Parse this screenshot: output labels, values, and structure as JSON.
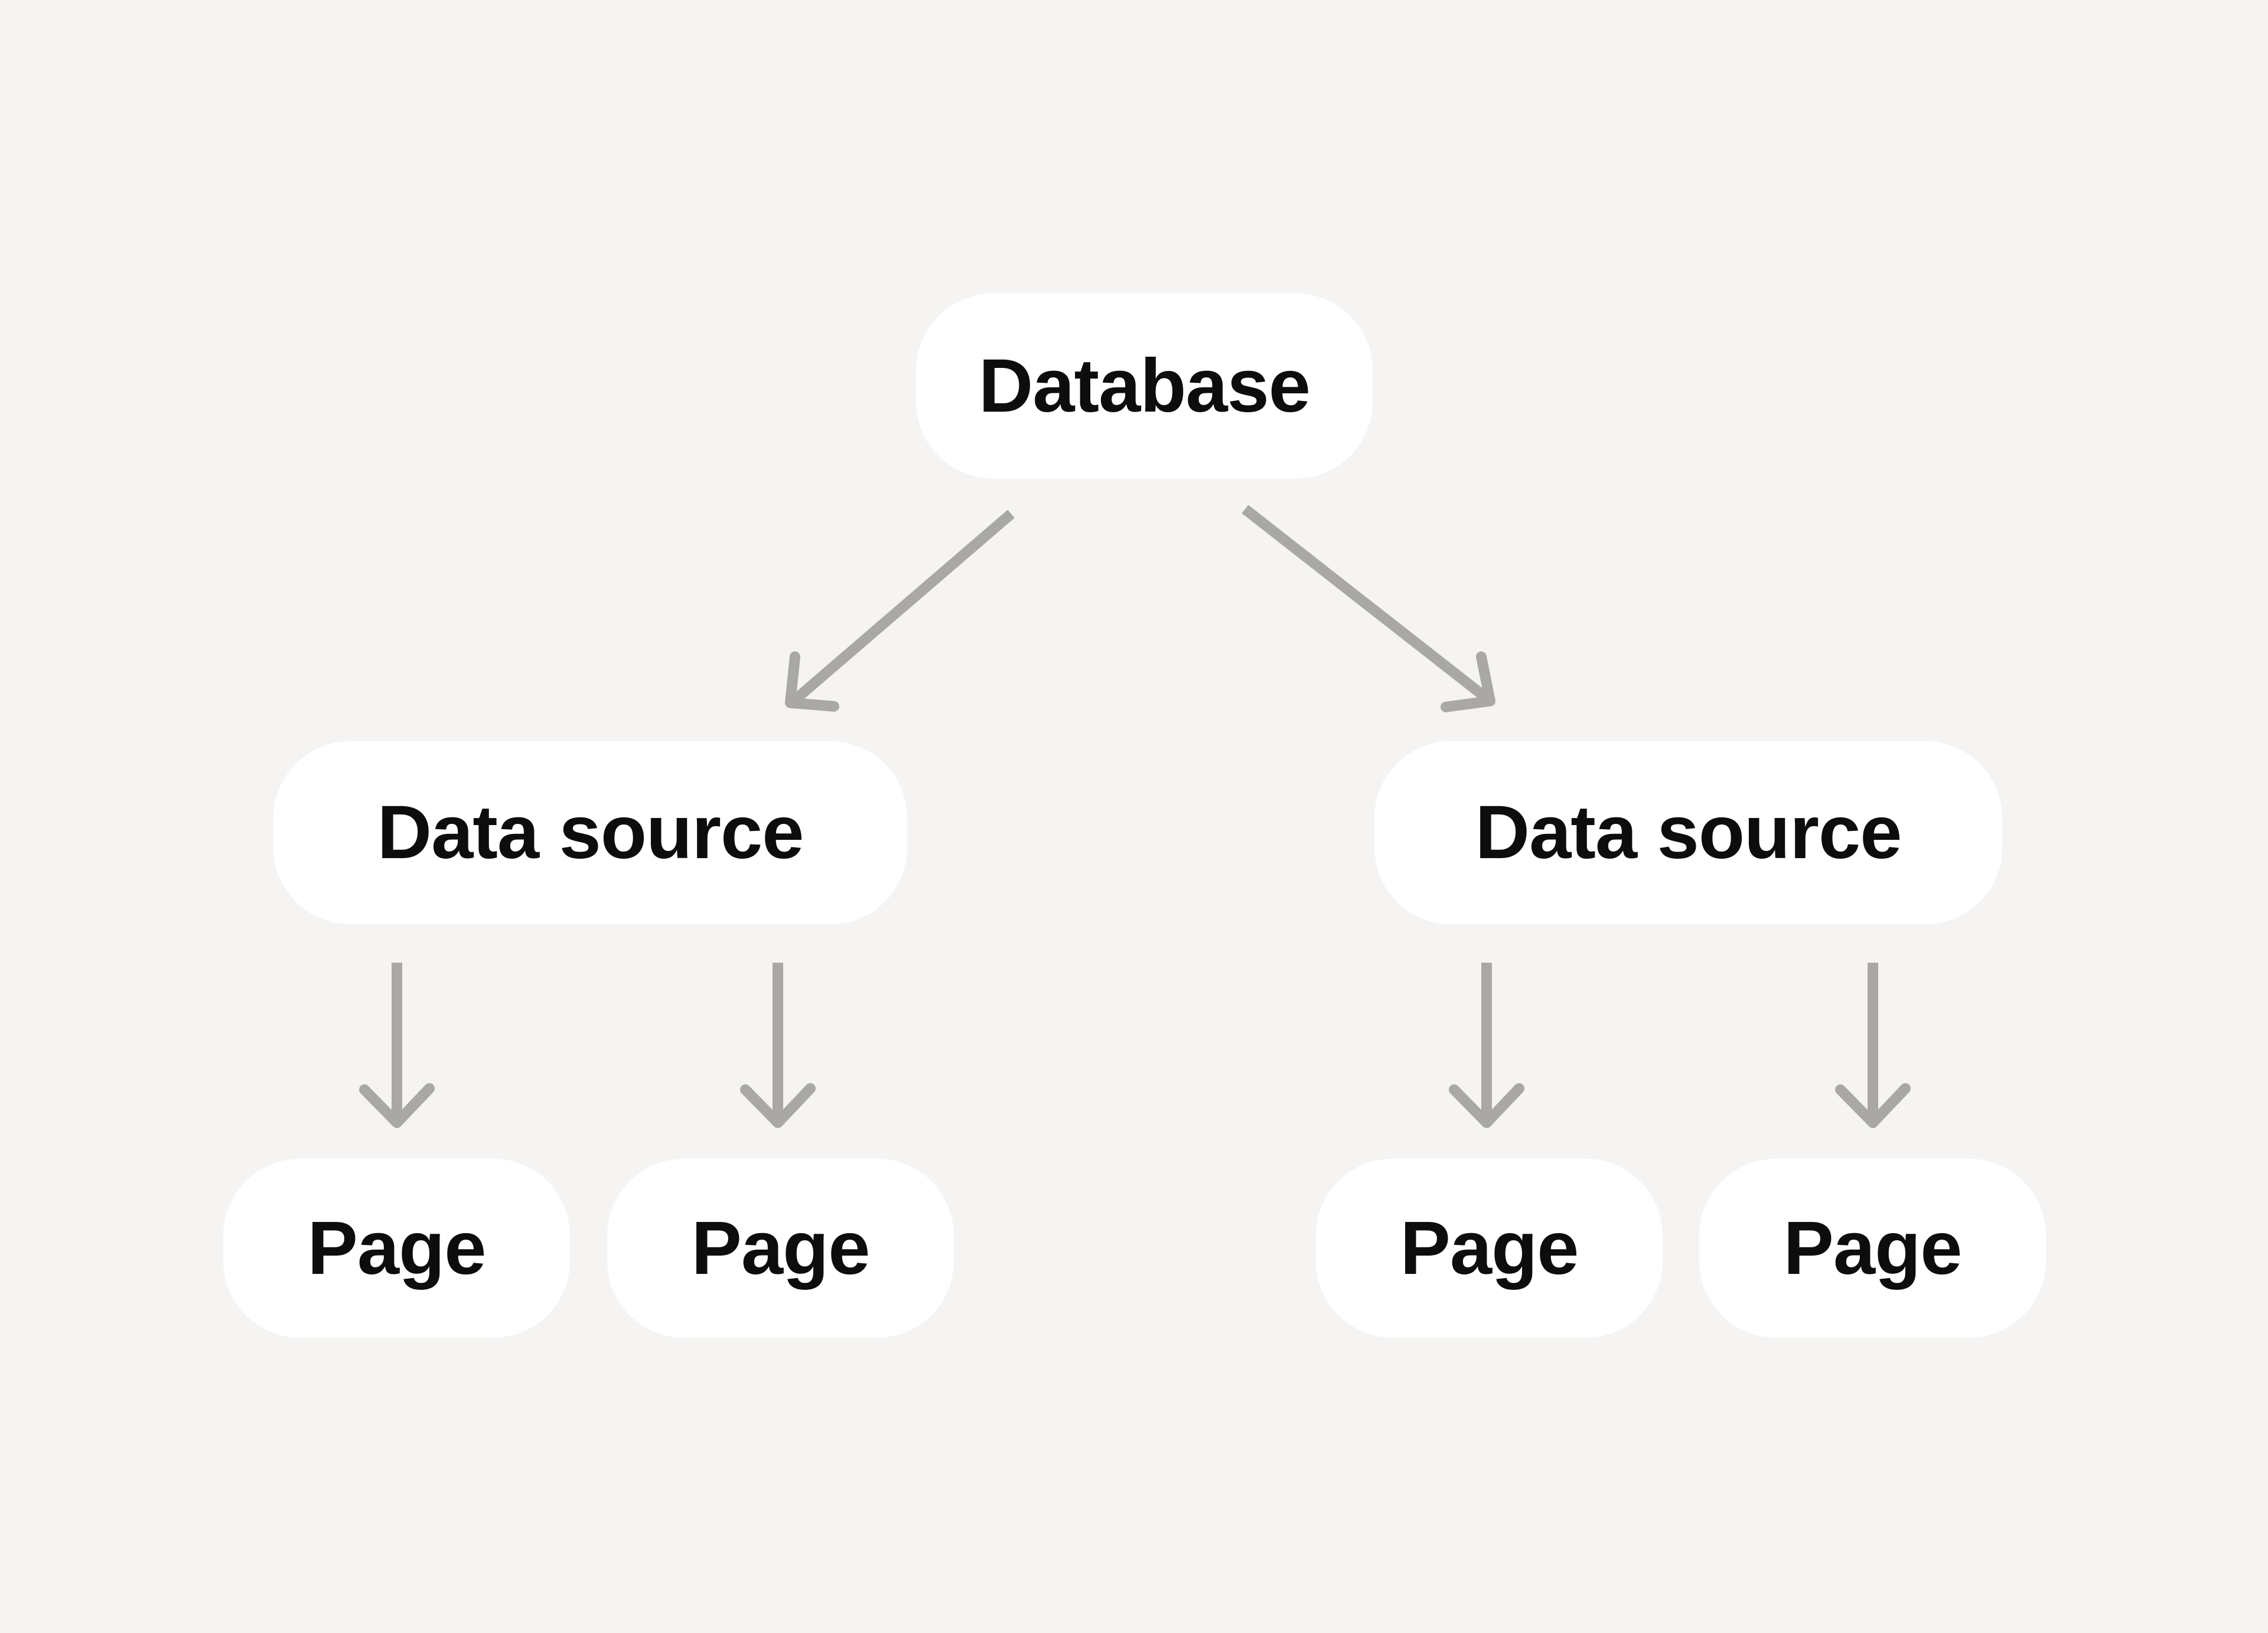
{
  "colors": {
    "background": "#F5F4F2",
    "node_fill": "#FFFFFF",
    "text": "#0D0D0D",
    "arrow": "#A9A8A4"
  },
  "nodes": {
    "database": {
      "label": "Database"
    },
    "data_source_left": {
      "label": "Data source"
    },
    "data_source_right": {
      "label": "Data source"
    },
    "page_1": {
      "label": "Page"
    },
    "page_2": {
      "label": "Page"
    },
    "page_3": {
      "label": "Page"
    },
    "page_4": {
      "label": "Page"
    }
  },
  "edges": [
    {
      "from": "database",
      "to": "data_source_left"
    },
    {
      "from": "database",
      "to": "data_source_right"
    },
    {
      "from": "data_source_left",
      "to": "page_1"
    },
    {
      "from": "data_source_left",
      "to": "page_2"
    },
    {
      "from": "data_source_right",
      "to": "page_3"
    },
    {
      "from": "data_source_right",
      "to": "page_4"
    }
  ]
}
